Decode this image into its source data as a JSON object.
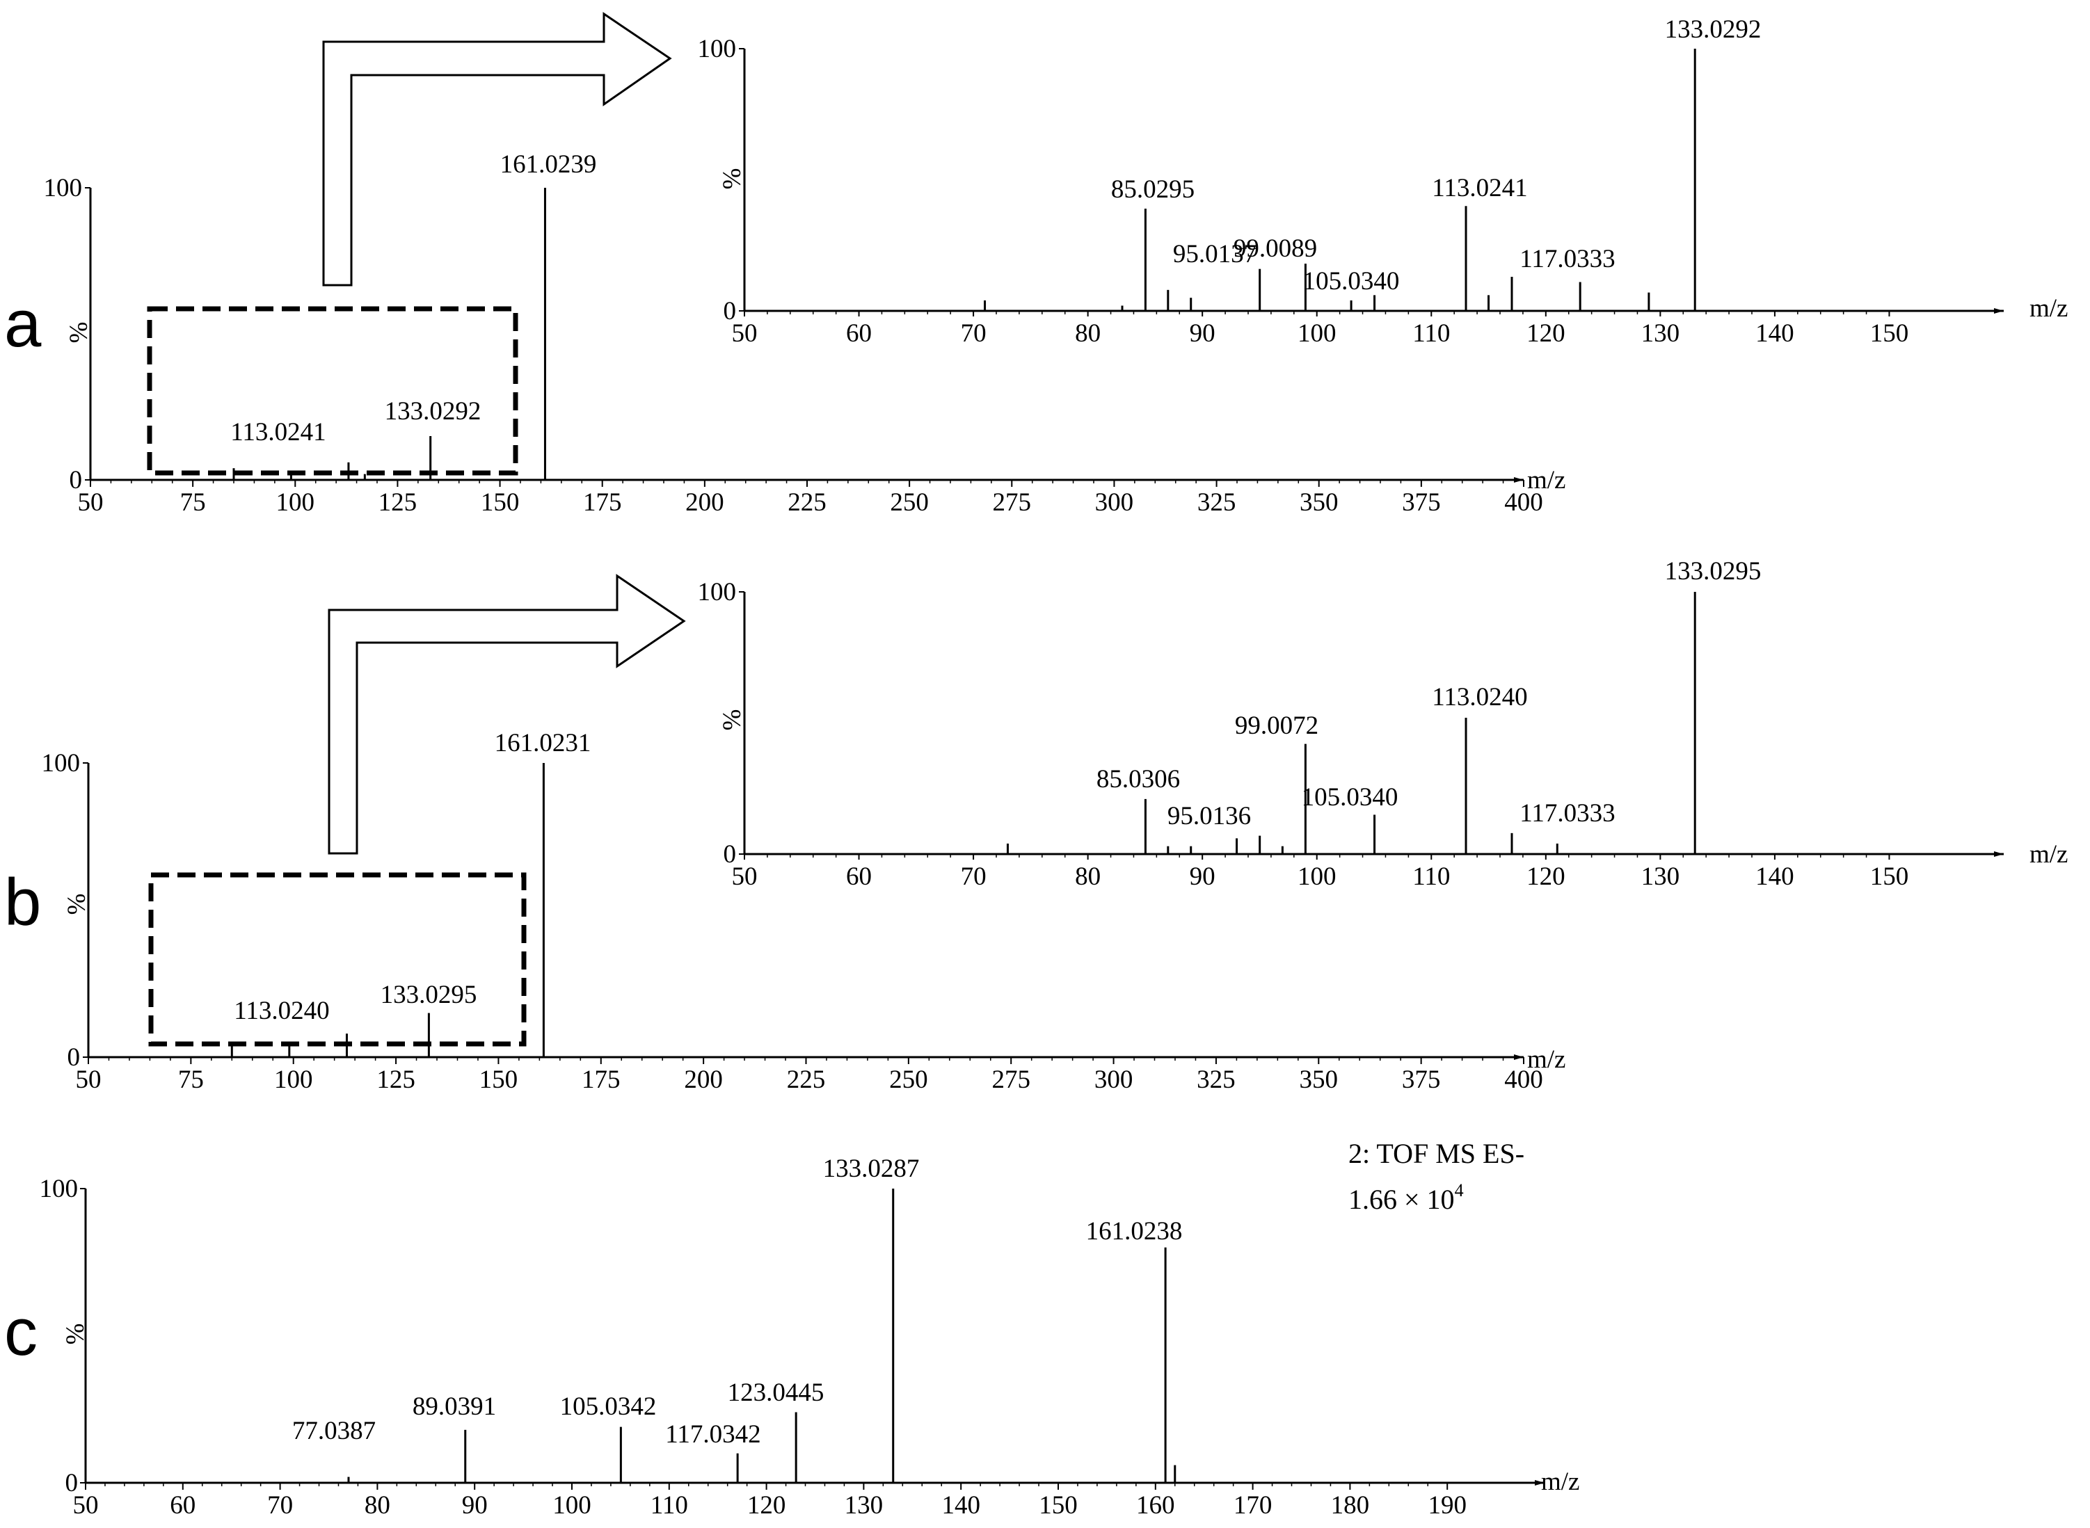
{
  "panel_letters": {
    "a": "a",
    "b": "b",
    "c": "c"
  },
  "annotation": {
    "line1": "2: TOF MS ES-",
    "line2_base": "1.66 × 10",
    "line2_exp": "4"
  },
  "chart_data": [
    {
      "id": "a_main",
      "type": "bar",
      "xlabel": "m/z",
      "ylabel": "%",
      "xlim": [
        50,
        400
      ],
      "ylim": [
        0,
        100
      ],
      "xticks": [
        50,
        75,
        100,
        125,
        150,
        175,
        200,
        225,
        250,
        275,
        300,
        325,
        350,
        375,
        400
      ],
      "yticks": [
        0,
        100
      ],
      "peaks": [
        {
          "x": 85.0,
          "y": 4
        },
        {
          "x": 99.0,
          "y": 3
        },
        {
          "x": 113.0241,
          "y": 6,
          "label": "113.0241"
        },
        {
          "x": 117.0,
          "y": 2
        },
        {
          "x": 133.0292,
          "y": 15,
          "label": "133.0292"
        },
        {
          "x": 161.0239,
          "y": 100,
          "label": "161.0239"
        }
      ]
    },
    {
      "id": "a_inset",
      "type": "bar",
      "xlabel": "m/z",
      "ylabel": "%",
      "xlim": [
        50,
        160
      ],
      "ylim": [
        0,
        100
      ],
      "xticks": [
        50,
        60,
        70,
        80,
        90,
        100,
        110,
        120,
        130,
        140,
        150
      ],
      "yticks": [
        0,
        100
      ],
      "peaks": [
        {
          "x": 71.0,
          "y": 4
        },
        {
          "x": 83.0,
          "y": 2
        },
        {
          "x": 85.0295,
          "y": 39,
          "label": "85.0295"
        },
        {
          "x": 87.0,
          "y": 8
        },
        {
          "x": 89.0,
          "y": 5
        },
        {
          "x": 95.0137,
          "y": 16,
          "label": "95.0137"
        },
        {
          "x": 99.0089,
          "y": 18,
          "label": "99.0089"
        },
        {
          "x": 103.0,
          "y": 4
        },
        {
          "x": 105.034,
          "y": 6,
          "label": "105.0340"
        },
        {
          "x": 113.0241,
          "y": 40,
          "label": "113.0241"
        },
        {
          "x": 115.0,
          "y": 6
        },
        {
          "x": 117.0333,
          "y": 13,
          "label": "117.0333"
        },
        {
          "x": 123.0,
          "y": 11
        },
        {
          "x": 129.0,
          "y": 7
        },
        {
          "x": 133.0292,
          "y": 100,
          "label": "133.0292"
        }
      ]
    },
    {
      "id": "b_main",
      "type": "bar",
      "xlabel": "m/z",
      "ylabel": "%",
      "xlim": [
        50,
        400
      ],
      "ylim": [
        0,
        100
      ],
      "xticks": [
        50,
        75,
        100,
        125,
        150,
        175,
        200,
        225,
        250,
        275,
        300,
        325,
        350,
        375,
        400
      ],
      "yticks": [
        0,
        100
      ],
      "peaks": [
        {
          "x": 85.0,
          "y": 4
        },
        {
          "x": 99.0,
          "y": 5
        },
        {
          "x": 113.024,
          "y": 8,
          "label": "113.0240"
        },
        {
          "x": 133.0295,
          "y": 15,
          "label": "133.0295"
        },
        {
          "x": 161.0231,
          "y": 100,
          "label": "161.0231"
        }
      ]
    },
    {
      "id": "b_inset",
      "type": "bar",
      "xlabel": "m/z",
      "ylabel": "%",
      "xlim": [
        50,
        160
      ],
      "ylim": [
        0,
        100
      ],
      "xticks": [
        50,
        60,
        70,
        80,
        90,
        100,
        110,
        120,
        130,
        140,
        150
      ],
      "yticks": [
        0,
        100
      ],
      "peaks": [
        {
          "x": 73.0,
          "y": 4
        },
        {
          "x": 85.0306,
          "y": 21,
          "label": "85.0306"
        },
        {
          "x": 87.0,
          "y": 3
        },
        {
          "x": 89.0,
          "y": 3
        },
        {
          "x": 93.0,
          "y": 6
        },
        {
          "x": 95.0136,
          "y": 7,
          "label": "95.0136"
        },
        {
          "x": 97.0,
          "y": 3
        },
        {
          "x": 99.0072,
          "y": 42,
          "label": "99.0072"
        },
        {
          "x": 105.034,
          "y": 15,
          "label": "105.0340"
        },
        {
          "x": 113.024,
          "y": 52,
          "label": "113.0240"
        },
        {
          "x": 117.0333,
          "y": 8,
          "label": "117.0333"
        },
        {
          "x": 121.0,
          "y": 4
        },
        {
          "x": 133.0295,
          "y": 100,
          "label": "133.0295"
        }
      ]
    },
    {
      "id": "c_main",
      "type": "bar",
      "xlabel": "m/z",
      "ylabel": "%",
      "xlim": [
        50,
        200
      ],
      "ylim": [
        0,
        100
      ],
      "xticks": [
        50,
        60,
        70,
        80,
        90,
        100,
        110,
        120,
        130,
        140,
        150,
        160,
        170,
        180,
        190
      ],
      "yticks": [
        0,
        100
      ],
      "peaks": [
        {
          "x": 77.0387,
          "y": 2,
          "label": "77.0387"
        },
        {
          "x": 89.0391,
          "y": 18,
          "label": "89.0391"
        },
        {
          "x": 105.0342,
          "y": 19,
          "label": "105.0342"
        },
        {
          "x": 117.0342,
          "y": 10,
          "label": "117.0342"
        },
        {
          "x": 123.0445,
          "y": 24,
          "label": "123.0445"
        },
        {
          "x": 133.0287,
          "y": 100,
          "label": "133.0287"
        },
        {
          "x": 161.0238,
          "y": 80,
          "label": "161.0238"
        },
        {
          "x": 162.0,
          "y": 6
        }
      ]
    }
  ]
}
